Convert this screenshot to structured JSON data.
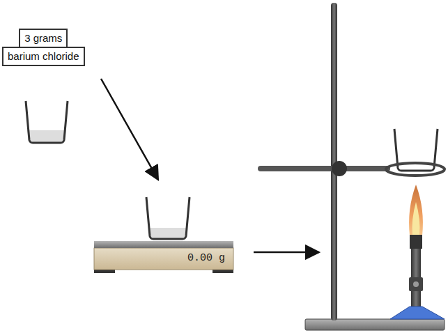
{
  "diagram": {
    "nodes": [
      {
        "text": [
          "3 grams"
        ]
      },
      {
        "text": [
          "barium chloride"
        ]
      },
      {
        "text": [
          "0.00 g"
        ]
      }
    ]
  }
}
